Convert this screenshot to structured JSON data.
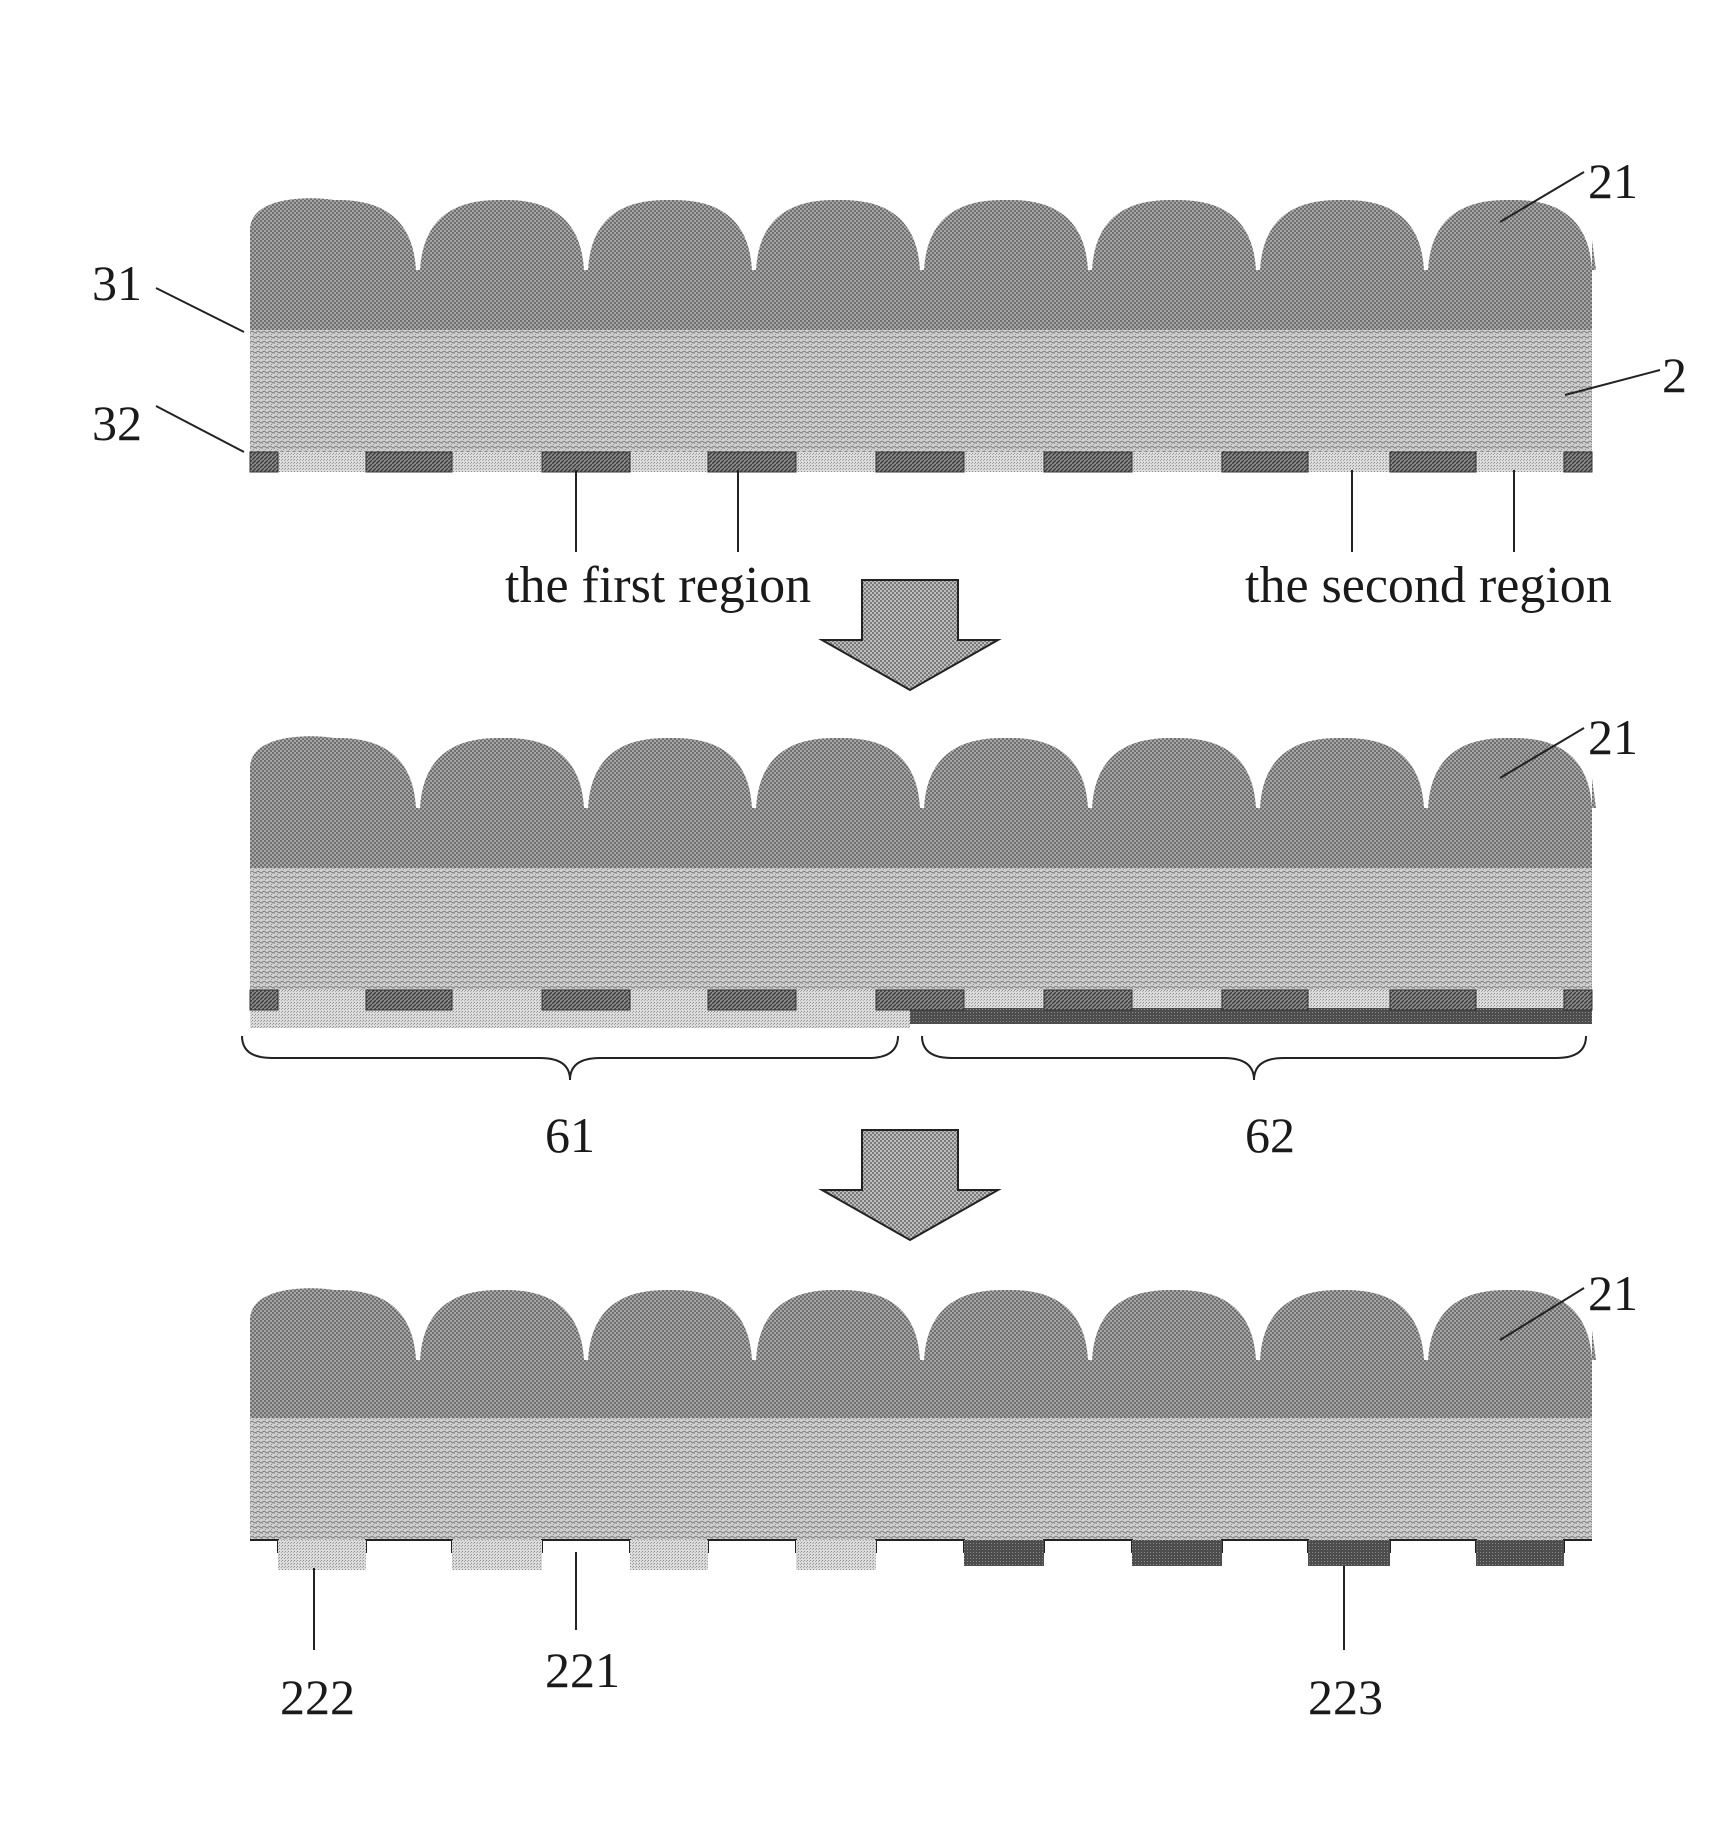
{
  "figure": {
    "stages": [
      {
        "name": "stage-1-initial",
        "labels": {
          "microlens": "21",
          "substrate": "2",
          "first_surface": "31",
          "second_surface": "32",
          "first_region": "the first region",
          "second_region": "the second region"
        }
      },
      {
        "name": "stage-2-regions",
        "labels": {
          "microlens": "21",
          "region_a": "61",
          "region_b": "62"
        }
      },
      {
        "name": "stage-3-result",
        "labels": {
          "microlens": "21",
          "structure_a": "222",
          "structure_b": "221",
          "structure_c": "223"
        }
      }
    ],
    "colors": {
      "lens": "#9a9a9a",
      "substrate": "#b8b8b8",
      "mask": "#6e6e6e",
      "coating_light": "#c9c9c9",
      "coating_dark": "#4a4a4a",
      "arrow": "#a8a8a8",
      "line": "#222222"
    }
  }
}
